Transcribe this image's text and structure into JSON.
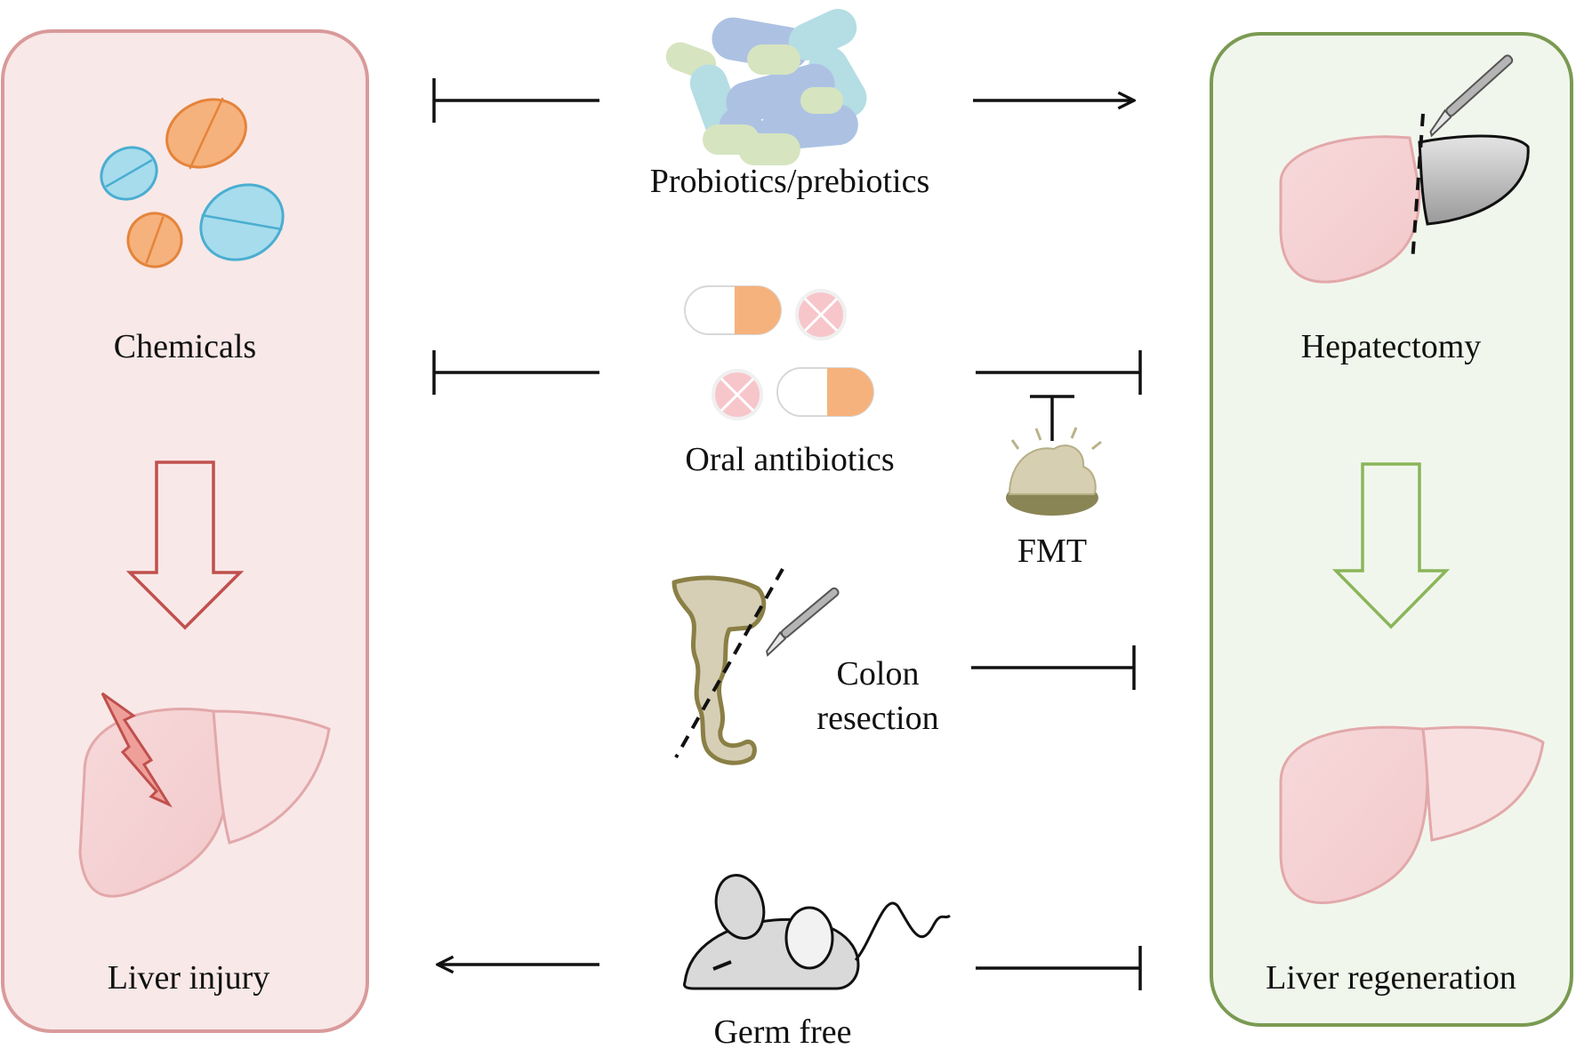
{
  "left_panel": {
    "top_label": "Chemicals",
    "bottom_label": "Liver injury",
    "fill": "#f9e8e8",
    "border": "#d99a9a",
    "arrow_color": "#c0504d"
  },
  "right_panel": {
    "top_label": "Hepatectomy",
    "bottom_label": "Liver regeneration",
    "fill": "#f1f6ec",
    "border": "#7a9a52",
    "arrow_color": "#8ab55a"
  },
  "center": {
    "probiotics": "Probiotics/prebiotics",
    "antibiotics": "Oral antibiotics",
    "fmt": "FMT",
    "colon_line1": "Colon",
    "colon_line2": "resection",
    "germ_free": "Germ free"
  },
  "colors": {
    "pill_orange": "#f6b27c",
    "pill_blue": "#a7dced",
    "liver_pink": "#f5d3d4",
    "colon": "#d6cfb6",
    "colon_outline": "#8a7f45",
    "stool": "#b9b28a"
  }
}
